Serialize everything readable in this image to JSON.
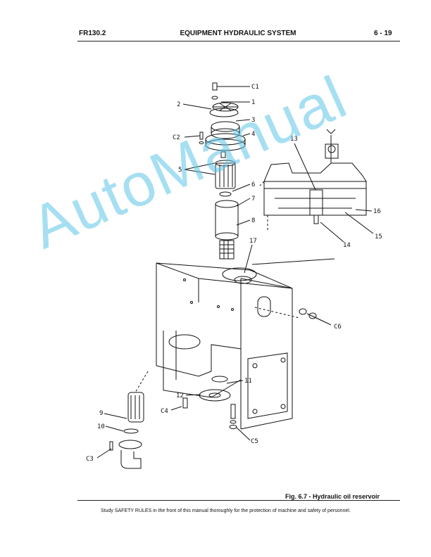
{
  "header": {
    "doc_code": "FR130.2",
    "section_title": "EQUIPMENT HYDRAULIC SYSTEM",
    "page_number": "6 - 19"
  },
  "figure": {
    "caption": "Fig. 6.7 - Hydraulic oil reservoir",
    "callouts": [
      "C1",
      "1",
      "2",
      "3",
      "C2",
      "4",
      "5",
      "6",
      "7",
      "8",
      "17",
      "13",
      "16",
      "15",
      "14",
      "C6",
      "11",
      "12",
      "9",
      "C4",
      "10",
      "C3",
      "C5"
    ]
  },
  "watermark": "AutoManual",
  "footer": {
    "note": "Study SAFETY RULES in the front of this manual thoroughly for the protection of machine and safety of personnel."
  },
  "colors": {
    "watermark": "#5cc4e8",
    "line": "#111111"
  }
}
